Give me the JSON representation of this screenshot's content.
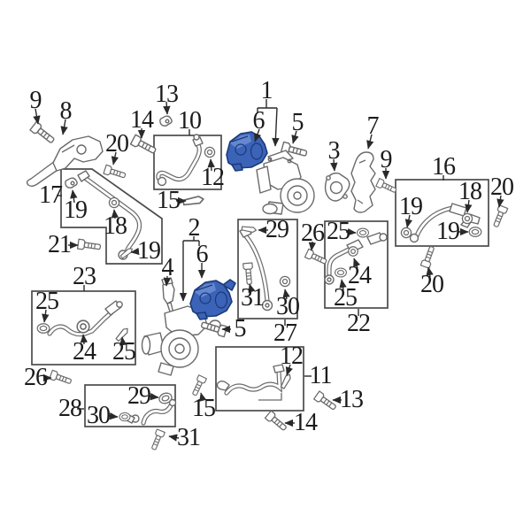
{
  "diagram": {
    "colors": {
      "background": "#ffffff",
      "box_line": "#4c4c4c",
      "part_line": "#6a6a6a",
      "callout_text": "#1b1b1b",
      "highlight_fill": "#3b63b8",
      "highlight_stroke": "#1b3a78"
    },
    "callouts": [
      {
        "id": "9-top-left",
        "text": "9"
      },
      {
        "id": "8",
        "text": "8"
      },
      {
        "id": "13-top",
        "text": "13"
      },
      {
        "id": "14-top",
        "text": "14"
      },
      {
        "id": "10",
        "text": "10"
      },
      {
        "id": "12-box10",
        "text": "12"
      },
      {
        "id": "15-top",
        "text": "15"
      },
      {
        "id": "20-left",
        "text": "20"
      },
      {
        "id": "1",
        "text": "1"
      },
      {
        "id": "6-upper",
        "text": "6"
      },
      {
        "id": "5-upper",
        "text": "5"
      },
      {
        "id": "3",
        "text": "3"
      },
      {
        "id": "7",
        "text": "7"
      },
      {
        "id": "9-right",
        "text": "9"
      },
      {
        "id": "16",
        "text": "16"
      },
      {
        "id": "19-box16-left",
        "text": "19"
      },
      {
        "id": "18-box16",
        "text": "18"
      },
      {
        "id": "19-box16-right",
        "text": "19"
      },
      {
        "id": "20-right",
        "text": "20"
      },
      {
        "id": "20-below-box16",
        "text": "20"
      },
      {
        "id": "17",
        "text": "17"
      },
      {
        "id": "19-box17-top",
        "text": "19"
      },
      {
        "id": "18-box17",
        "text": "18"
      },
      {
        "id": "19-box17-bottom",
        "text": "19"
      },
      {
        "id": "21",
        "text": "21"
      },
      {
        "id": "23",
        "text": "23"
      },
      {
        "id": "25-box23-left",
        "text": "25"
      },
      {
        "id": "24-box23",
        "text": "24"
      },
      {
        "id": "25-box23-right",
        "text": "25"
      },
      {
        "id": "26-left",
        "text": "26"
      },
      {
        "id": "28",
        "text": "28"
      },
      {
        "id": "29-box28",
        "text": "29"
      },
      {
        "id": "30-box28",
        "text": "30"
      },
      {
        "id": "31-bottom",
        "text": "31"
      },
      {
        "id": "2",
        "text": "2"
      },
      {
        "id": "6-lower",
        "text": "6"
      },
      {
        "id": "4",
        "text": "4"
      },
      {
        "id": "5-lower",
        "text": "5"
      },
      {
        "id": "27",
        "text": "27"
      },
      {
        "id": "29-box27",
        "text": "29"
      },
      {
        "id": "31-box27",
        "text": "31"
      },
      {
        "id": "30-box27",
        "text": "30"
      },
      {
        "id": "26-right",
        "text": "26"
      },
      {
        "id": "22",
        "text": "22"
      },
      {
        "id": "25-box22-top",
        "text": "25"
      },
      {
        "id": "24-box22",
        "text": "24"
      },
      {
        "id": "25-box22-bottom",
        "text": "25"
      },
      {
        "id": "11",
        "text": "11"
      },
      {
        "id": "12-box11",
        "text": "12"
      },
      {
        "id": "15-bottom",
        "text": "15"
      },
      {
        "id": "13-bottom",
        "text": "13"
      },
      {
        "id": "14-bottom",
        "text": "14"
      }
    ]
  }
}
